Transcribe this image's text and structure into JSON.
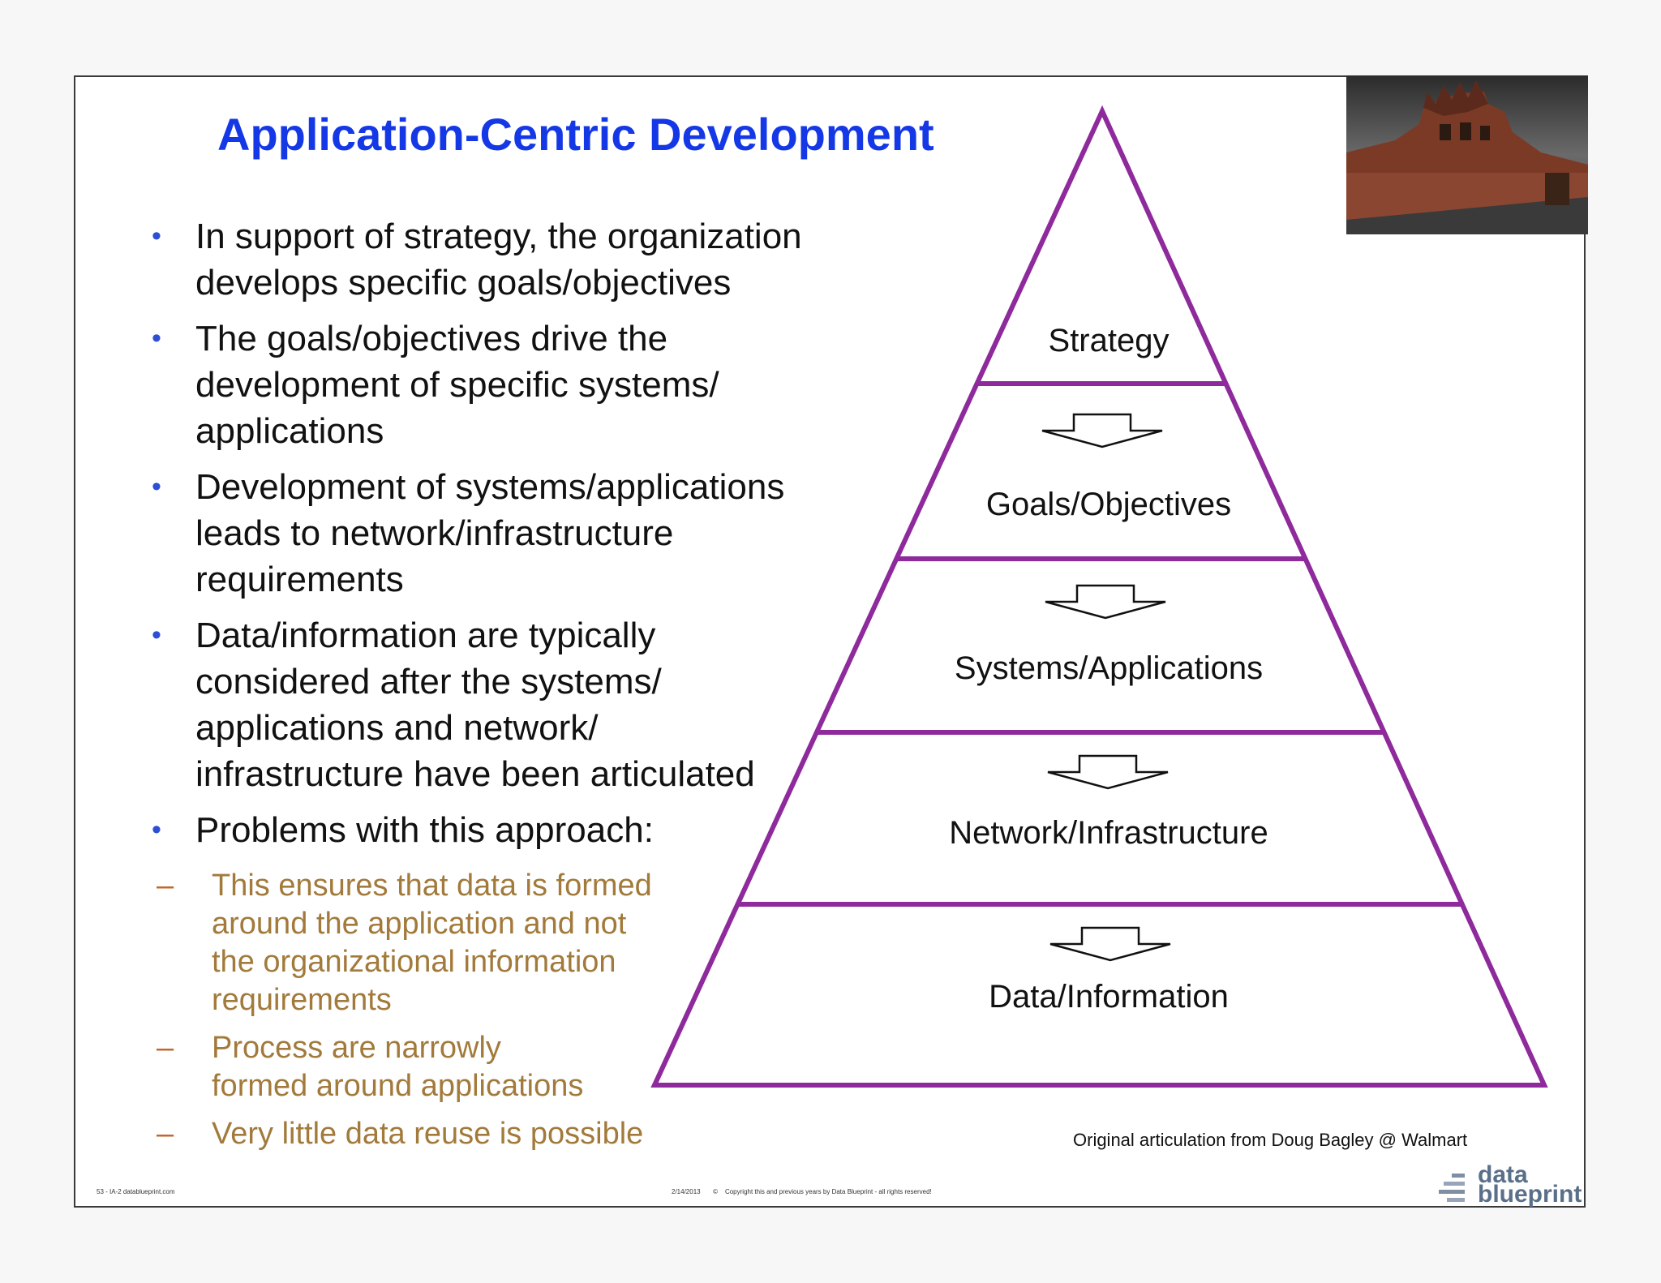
{
  "slide": {
    "title": "Application-Centric Development",
    "bullets": [
      "In support of strategy, the organization\ndevelops specific goals/objectives",
      "The goals/objectives drive the\ndevelopment of specific systems/\napplications",
      "Development of systems/applications\nleads to network/infrastructure\nrequirements",
      "Data/information are typically\nconsidered after the systems/\napplications and network/\ninfrastructure have been articulated",
      "Problems with this approach:"
    ],
    "bullet_symbol": "•",
    "sub_bullets": [
      "This ensures that data is formed\naround the application and not\nthe organizational information\nrequirements",
      "Process are narrowly\nformed around applications",
      "Very little data reuse is possible"
    ],
    "sub_bullet_symbol": "–"
  },
  "pyramid": {
    "levels": [
      "Strategy",
      "Goals/Objectives",
      "Systems/Applications",
      "Network/Infrastructure",
      "Data/Information"
    ],
    "outline_color": "#8e2a9c",
    "arrow_icon": "down-arrow-icon"
  },
  "credit": "Original articulation from Doug Bagley @ Walmart",
  "footer": {
    "page": "53",
    "left_text": "- IA-2 datablueprint.com",
    "date": "2/14/2013",
    "copyright_symbol": "©",
    "copyright": "Copyright this and previous years by Data Blueprint - all rights reserved!"
  },
  "logo": {
    "line1": "data",
    "line2": "blueprint"
  },
  "colors": {
    "title": "#1538e6",
    "bullet_dot": "#2c4fd6",
    "sub_text": "#a27a3b",
    "sub_dash": "#c0692d"
  }
}
